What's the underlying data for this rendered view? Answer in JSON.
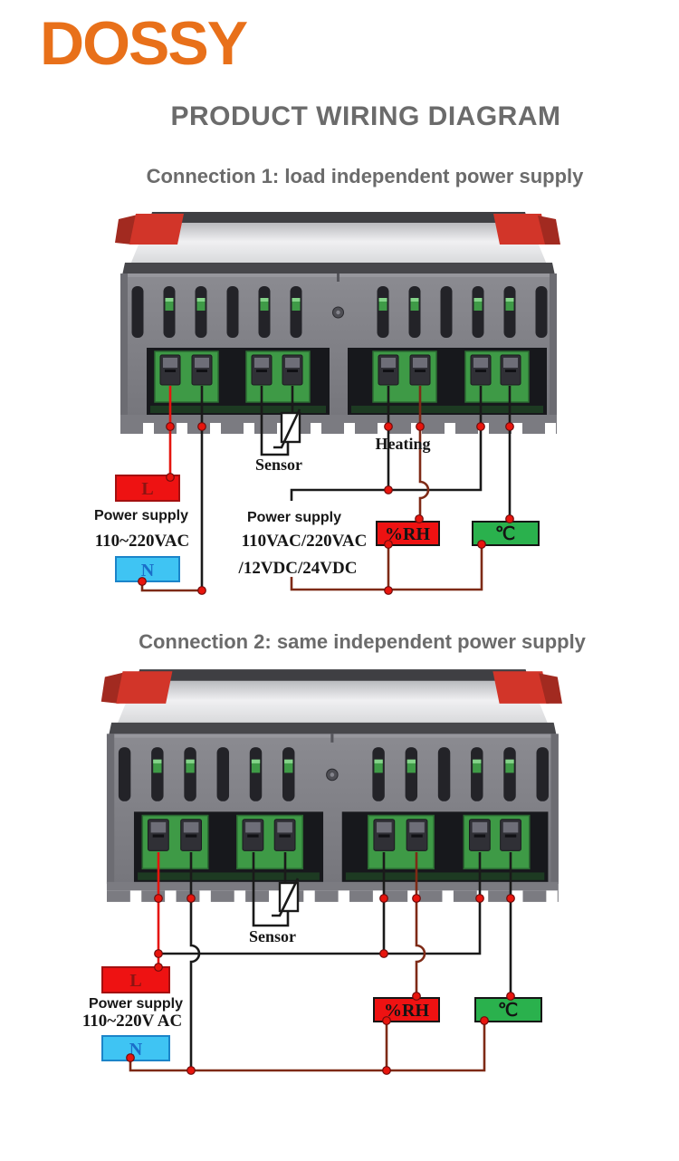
{
  "brand": {
    "name": "DOSSY",
    "color": "#e8701a"
  },
  "header": {
    "title": "PRODUCT WIRING DIAGRAM"
  },
  "colors": {
    "brand_orange": "#e8701a",
    "heading_gray": "#6b6b6b",
    "live_box": "#ee1212",
    "neutral_box": "#3fc4f3",
    "humidity_box": "#ee1212",
    "temperature_box": "#2ab14d",
    "wire_black": "#1a1a1a",
    "wire_red": "#e4150e",
    "wire_brown": "#7e2a16",
    "junction_dot": "#e8150d"
  },
  "diagram1": {
    "heading": "Connection 1: load independent power supply",
    "labels": {
      "live": "L",
      "neutral": "N",
      "power_left1": "Power supply",
      "power_left2": "110~220VAC",
      "power_right1": "Power supply",
      "power_right2": "110VAC/220VAC",
      "power_right3": "/12VDC/24VDC",
      "sensor": "Sensor",
      "heating": "Heating",
      "humidity": "%RH",
      "temperature": "℃"
    }
  },
  "diagram2": {
    "heading": "Connection 2: same independent power supply",
    "labels": {
      "live": "L",
      "neutral": "N",
      "power1": "Power supply",
      "power2": "110~220V AC",
      "sensor": "Sensor",
      "humidity": "%RH",
      "temperature": "℃"
    }
  }
}
